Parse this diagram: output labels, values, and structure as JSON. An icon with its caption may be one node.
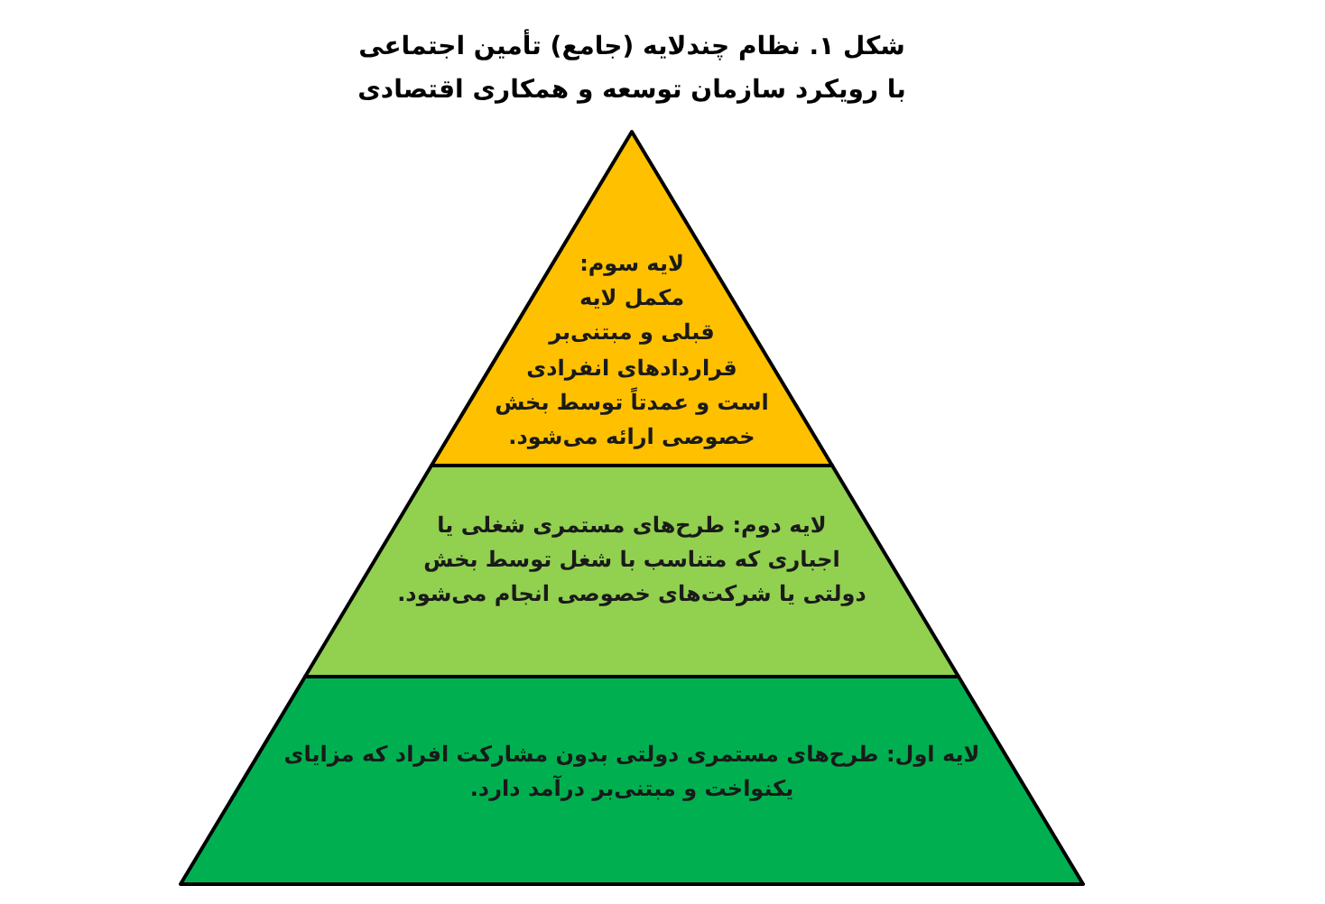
{
  "diagram": {
    "title": "شکل ۱. نظام چندلایه (جامع) تأمین اجتماعی با رویکرد سازمان توسعه و همکاری اقتصادی",
    "nodes": [
      {
        "text": [
          "لایه سوم: مکمل لایه قبلی و مبتنی‌بر قراردادهای انفرادی است و عمدتاً توسط بخش خصوصی ارائه می‌شود."
        ]
      },
      {
        "text": [
          "لایه دوم: طرح‌های مستمری شغلی یا اجباری که متناسب با شغل توسط بخش دولتی یا شرکت‌های خصوصی انجام می‌شود."
        ]
      },
      {
        "text": [
          "لایه اول: طرح‌های مستمری دولتی بدون مشارکت افراد که مزایای یکنواخت و مبتنی‌بر درآمد دارد."
        ]
      }
    ]
  }
}
